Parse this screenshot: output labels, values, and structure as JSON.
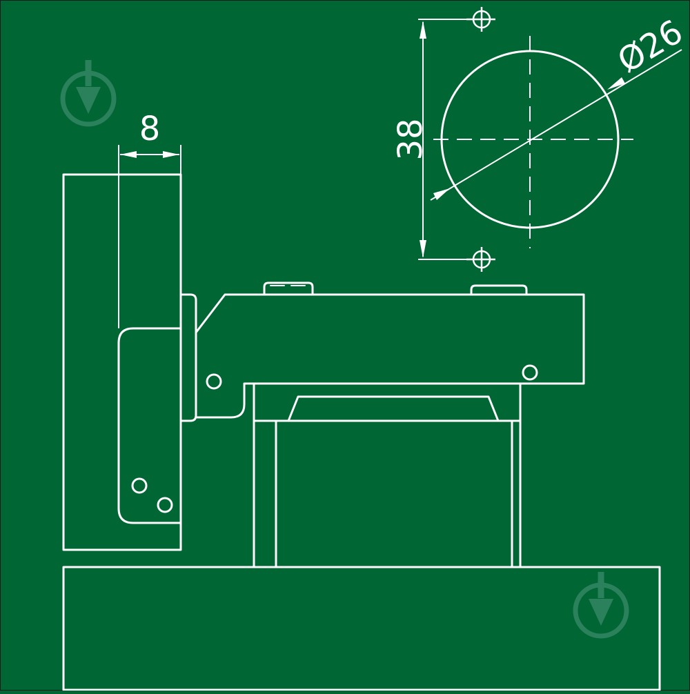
{
  "drawing": {
    "background_color": "#006633",
    "line_color": "#ffffff",
    "watermark_color": "#2f8560",
    "dimensions": {
      "overlay": "8",
      "hole_spacing": "38",
      "cup_diameter": "Ø26"
    },
    "watermark_icon": "trowel-logo-icon"
  }
}
